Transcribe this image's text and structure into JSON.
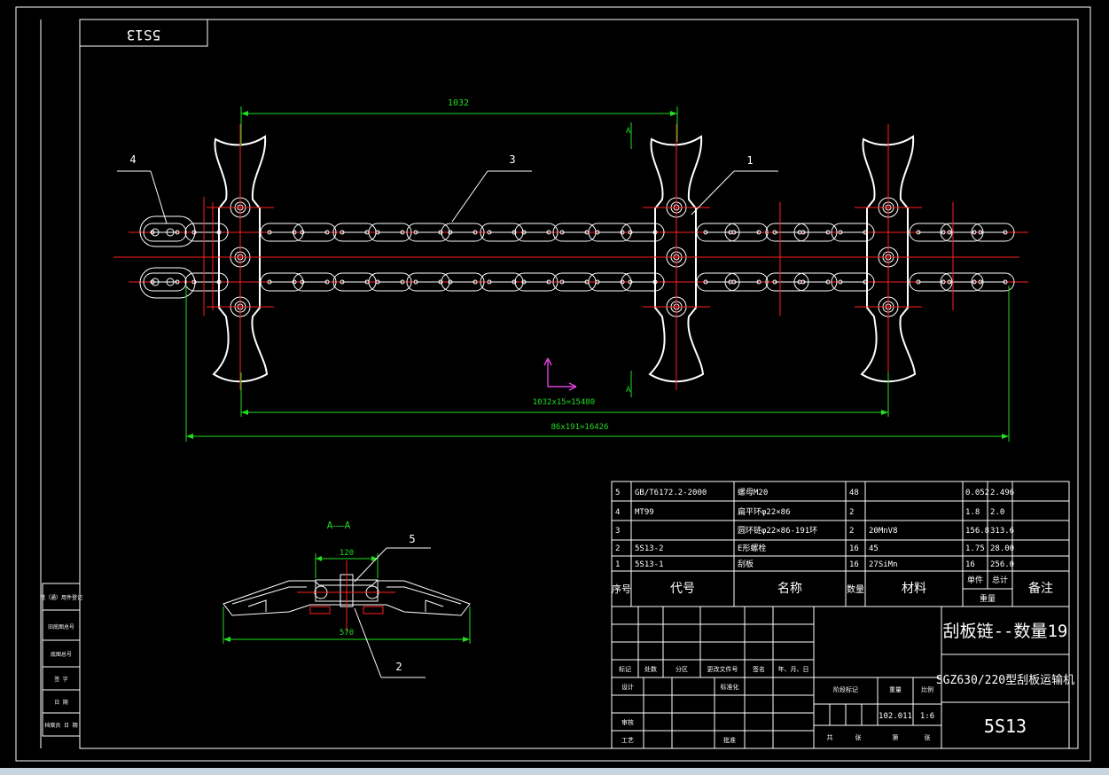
{
  "drawing": {
    "code_box": "5S13",
    "colors": {
      "background": "#000000",
      "lines": "#ffffff",
      "centerlines": "#ff2020",
      "dimensions": "#22dd22",
      "ucs": "#e040e0"
    },
    "dimensions": {
      "pitch": "1032",
      "flights_span": "1032x15=15480",
      "total": "86x191=16426",
      "section_width_inner": "120",
      "section_width_outer": "570"
    },
    "section_mark": "A",
    "section_title": "A——A",
    "balloons": [
      "1",
      "2",
      "3",
      "4",
      "5"
    ]
  },
  "left_strip": {
    "rows": [
      "借（通）用件登记",
      "旧底图总号",
      "底图总号",
      "签 字",
      "日 期",
      "档案员 日 期"
    ]
  },
  "bom": {
    "rows": [
      {
        "no": "5",
        "code": "GB/T6172.2-2000",
        "name": "螺母M20",
        "qty": "48",
        "material": "",
        "unit_wt": "0.052",
        "total_wt": "2.496"
      },
      {
        "no": "4",
        "code": "MT99",
        "name": "扁平环φ22×86",
        "qty": "2",
        "material": "",
        "unit_wt": "1.8",
        "total_wt": "2.0"
      },
      {
        "no": "3",
        "code": "",
        "name": "圆环链φ22×86-191环",
        "qty": "2",
        "material": "20MnV8",
        "unit_wt": "156.8",
        "total_wt": "313.6"
      },
      {
        "no": "2",
        "code": "5S13-2",
        "name": "E形螺栓",
        "qty": "16",
        "material": "45",
        "unit_wt": "1.75",
        "total_wt": "28.00"
      },
      {
        "no": "1",
        "code": "5S13-1",
        "name": "刮板",
        "qty": "16",
        "material": "27SiMn",
        "unit_wt": "16",
        "total_wt": "256.0"
      }
    ],
    "header": {
      "no": "序号",
      "code": "代号",
      "name": "名称",
      "qty": "数量",
      "material": "材料",
      "unit_wt": "单件",
      "total_wt": "总计",
      "weight": "重量",
      "remark": "备注"
    }
  },
  "title_block": {
    "title": "刮板链--数量19",
    "machine": "SGZ630/220型刮板运输机",
    "drawing_no": "5S13",
    "weight_value": "102.011",
    "scale_value": "1:6",
    "rev_labels": [
      "标记",
      "处数",
      "分区",
      "更改文件号",
      "签名",
      "年、月、日"
    ],
    "roles": [
      "设计",
      "标准化",
      "审核",
      "工艺",
      "批准"
    ],
    "stage_labels": [
      "阶段标记",
      "重量",
      "比例"
    ],
    "sheet_labels": [
      "共",
      "张",
      "第",
      "张"
    ]
  }
}
